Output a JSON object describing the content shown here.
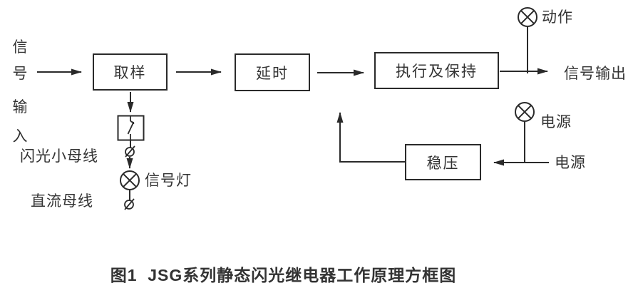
{
  "colors": {
    "line": "#2a2a2a",
    "text": "#333333",
    "background": "#ffffff"
  },
  "labels": {
    "signal_input_chars": [
      "信",
      "号",
      "输",
      "入"
    ],
    "flash_bus": "闪光小母线",
    "dc_bus": "直流母线",
    "signal_lamp": "信号灯",
    "action_lamp": "动作",
    "power_lamp": "电源",
    "power_source": "电源",
    "signal_output": "信号输出"
  },
  "blocks": {
    "sampling": "取样",
    "delay": "延时",
    "execute_hold": "执行及保持",
    "regulator": "稳压"
  },
  "icons": {
    "lamp": "lamp-circle-x",
    "terminal": "slashed-circle-terminal",
    "contact": "relay-contact-switch"
  },
  "caption": "图1  JSG系列静态闪光继电器工作原理方框图"
}
